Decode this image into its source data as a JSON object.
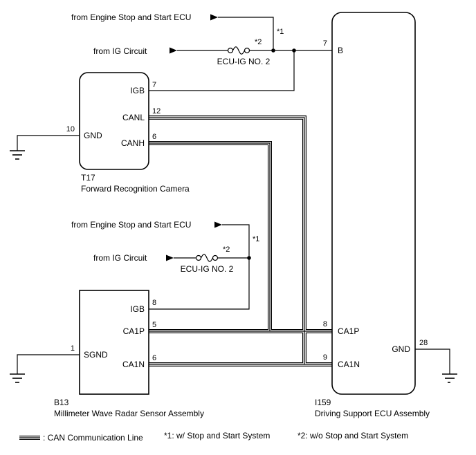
{
  "colors": {
    "line": "#000000",
    "background": "#ffffff"
  },
  "feed_top": {
    "stop_start_label": "from Engine Stop and Start ECU",
    "ig_label": "from IG Circuit",
    "fuse_label": "ECU-IG NO. 2",
    "ref_stop_start": "*1",
    "ref_ig": "*2"
  },
  "feed_bottom": {
    "stop_start_label": "from Engine Stop and Start ECU",
    "ig_label": "from IG Circuit",
    "fuse_label": "ECU-IG NO. 2",
    "ref_stop_start": "*1",
    "ref_ig": "*2"
  },
  "camera": {
    "code": "T17",
    "name": "Forward Recognition Camera",
    "pins": {
      "igb": {
        "label": "IGB",
        "number": "7"
      },
      "canl": {
        "label": "CANL",
        "number": "12"
      },
      "canh": {
        "label": "CANH",
        "number": "6"
      },
      "gnd": {
        "label": "GND",
        "number": "10"
      }
    }
  },
  "radar": {
    "code": "B13",
    "name": "Millimeter Wave Radar Sensor Assembly",
    "pins": {
      "igb": {
        "label": "IGB",
        "number": "8"
      },
      "ca1p": {
        "label": "CA1P",
        "number": "5"
      },
      "ca1n": {
        "label": "CA1N",
        "number": "6"
      },
      "sgnd": {
        "label": "SGND",
        "number": "1"
      }
    }
  },
  "ecu": {
    "code": "I159",
    "name": "Driving Support ECU Assembly",
    "pins": {
      "b": {
        "label": "B",
        "number": "7"
      },
      "ca1p": {
        "label": "CA1P",
        "number": "8"
      },
      "ca1n": {
        "label": "CA1N",
        "number": "9"
      },
      "gnd": {
        "label": "GND",
        "number": "28"
      }
    }
  },
  "legend": {
    "can_line_label": ": CAN Communication Line",
    "note1": "*1: w/ Stop and Start System",
    "note2": "*2: w/o Stop and Start System"
  }
}
